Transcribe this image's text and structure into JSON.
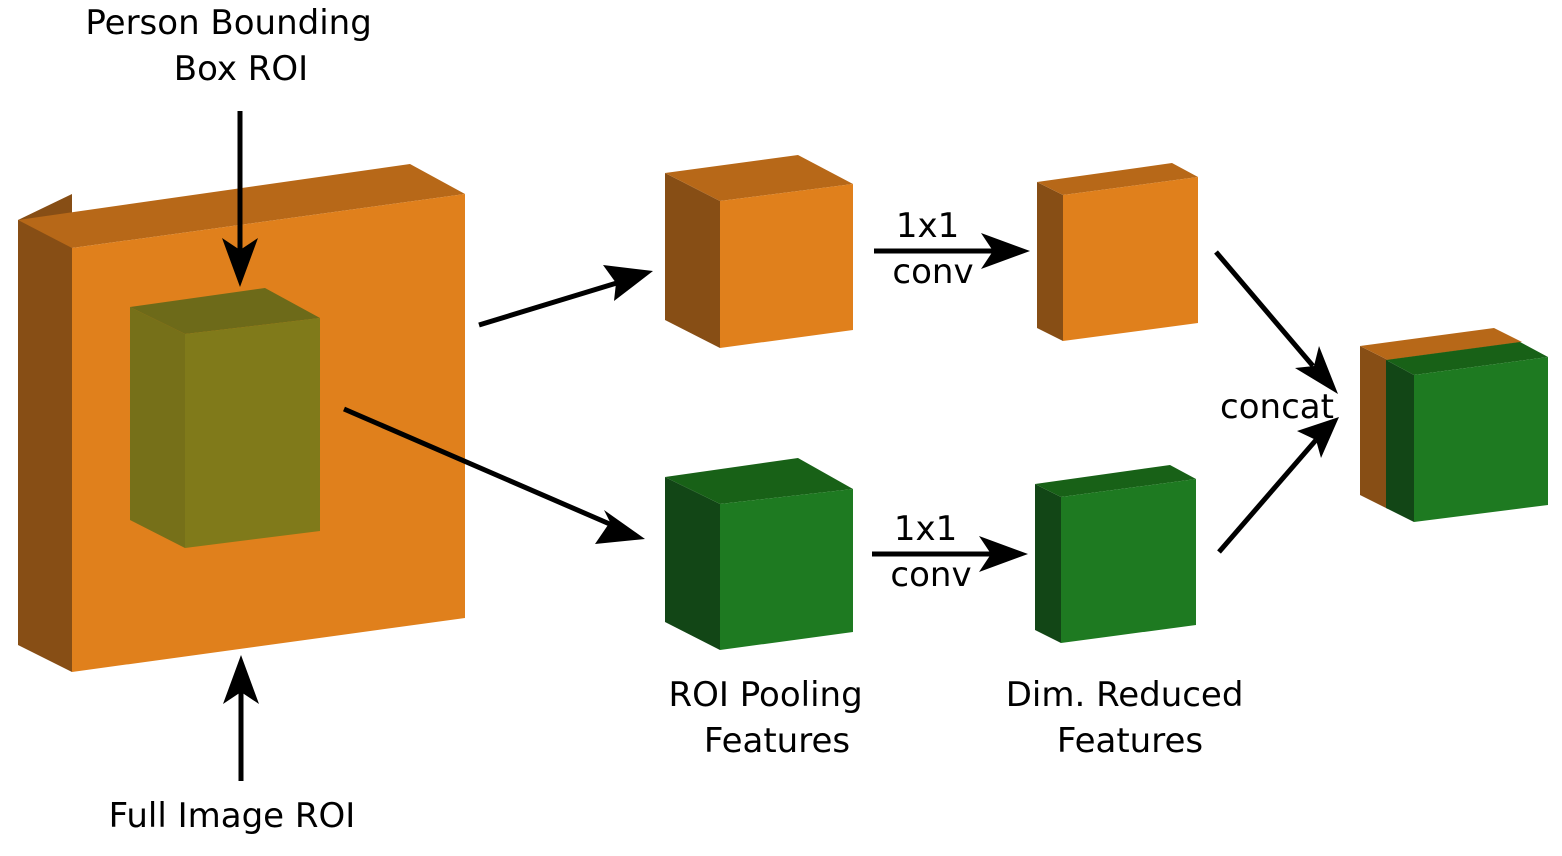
{
  "colors": {
    "orange_front": "#e0801c",
    "orange_top": "#b76818",
    "orange_side": "#874e15",
    "green_front": "#1e7a21",
    "green_top": "#186117",
    "green_side": "#124616",
    "olive_front": "#807a1a",
    "olive_top": "#6d6a19",
    "olive_side": "#767019",
    "arrow": "#000000"
  },
  "labels": {
    "person_roi": [
      "Person Bounding",
      "Box ROI"
    ],
    "full_image_roi": "Full Image ROI",
    "conv_top": [
      "1x1",
      "conv"
    ],
    "conv_bottom": [
      "1x1",
      "conv"
    ],
    "concat": "concat",
    "roi_pooling": [
      "ROI Pooling",
      "Features"
    ],
    "dim_reduced": [
      "Dim. Reduced",
      "Features"
    ]
  }
}
